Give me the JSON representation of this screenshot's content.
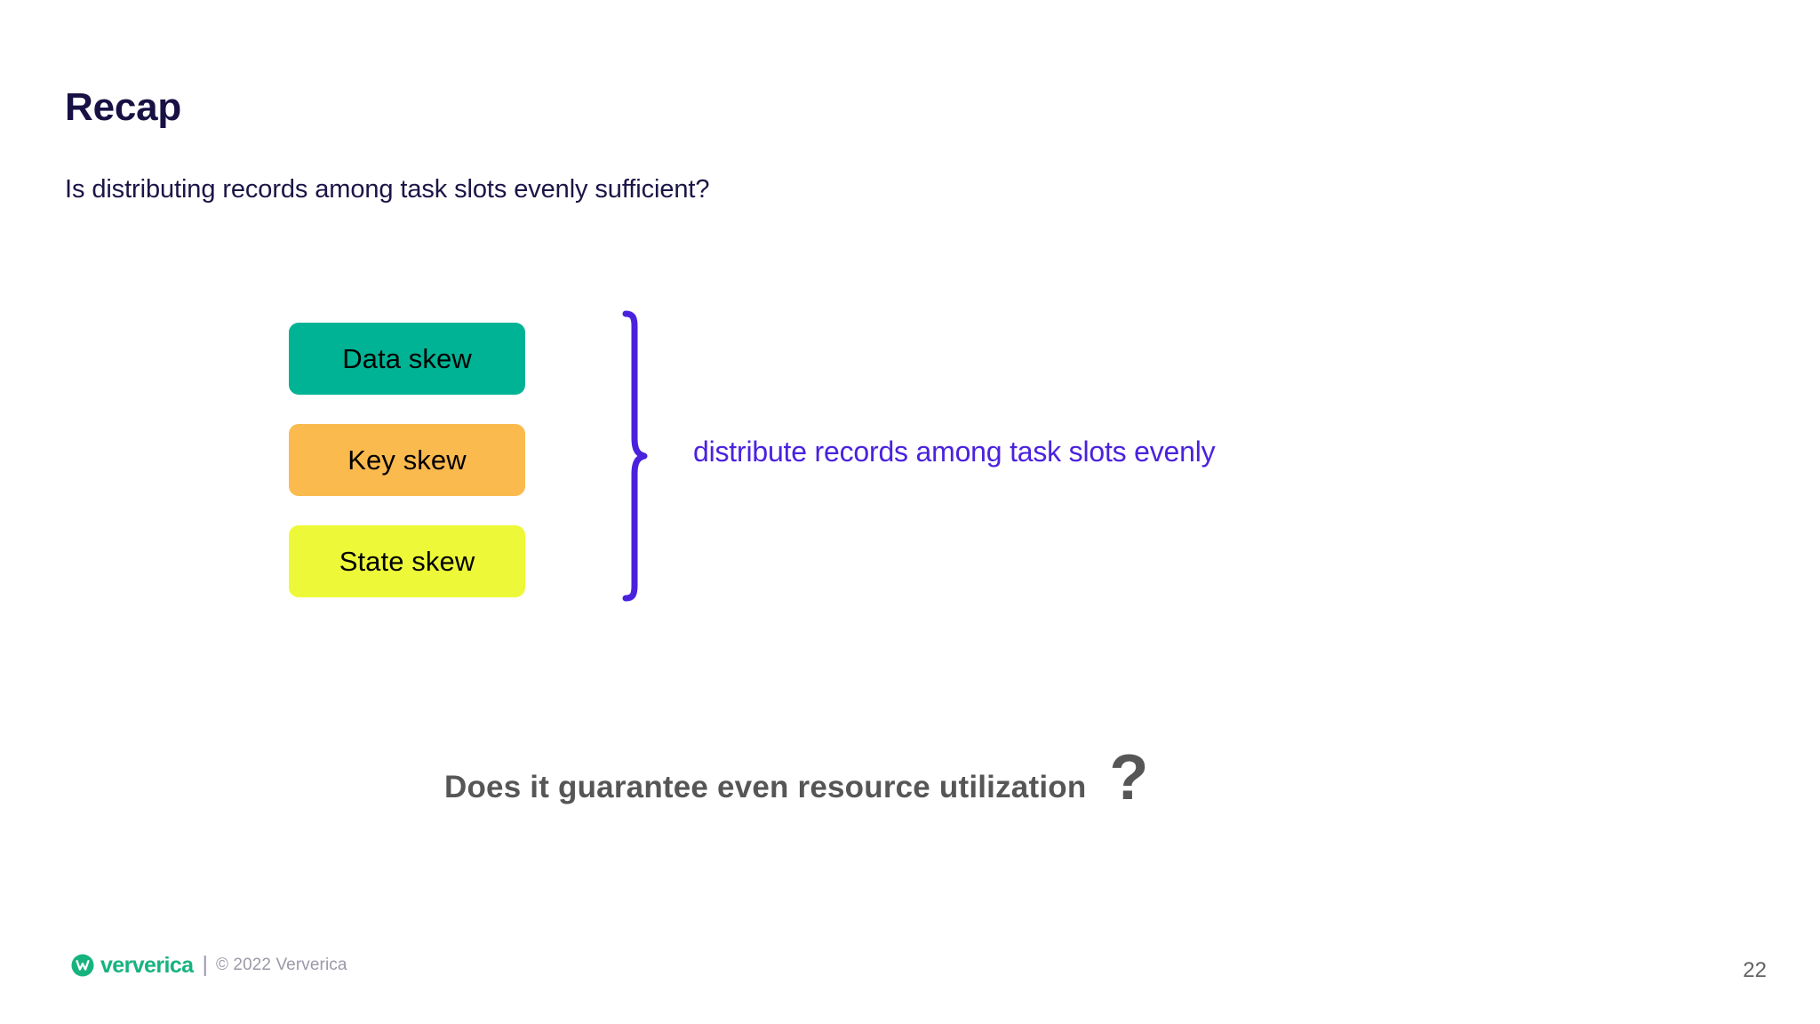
{
  "slide": {
    "title": "Recap",
    "subtitle": "Is distributing records among task slots evenly sufficient?",
    "page_number": "22",
    "background_color": "#ffffff",
    "title_color": "#181143"
  },
  "skew_boxes": [
    {
      "label": "Data skew",
      "color": "#00b394",
      "text_color": "#000000"
    },
    {
      "label": "Key skew",
      "color": "#fbba4e",
      "text_color": "#000000"
    },
    {
      "label": "State skew",
      "color": "#edf938",
      "text_color": "#000000"
    }
  ],
  "brace": {
    "color": "#4a22de",
    "note": "distribute records among task slots evenly",
    "note_color": "#4a22de"
  },
  "question": {
    "text": "Does it guarantee even resource utilization",
    "mark": "?",
    "color": "#565656"
  },
  "footer": {
    "brand": "ververica",
    "separator": "|",
    "copyright": "© 2022 Ververica",
    "brand_color": "#16b37f"
  }
}
